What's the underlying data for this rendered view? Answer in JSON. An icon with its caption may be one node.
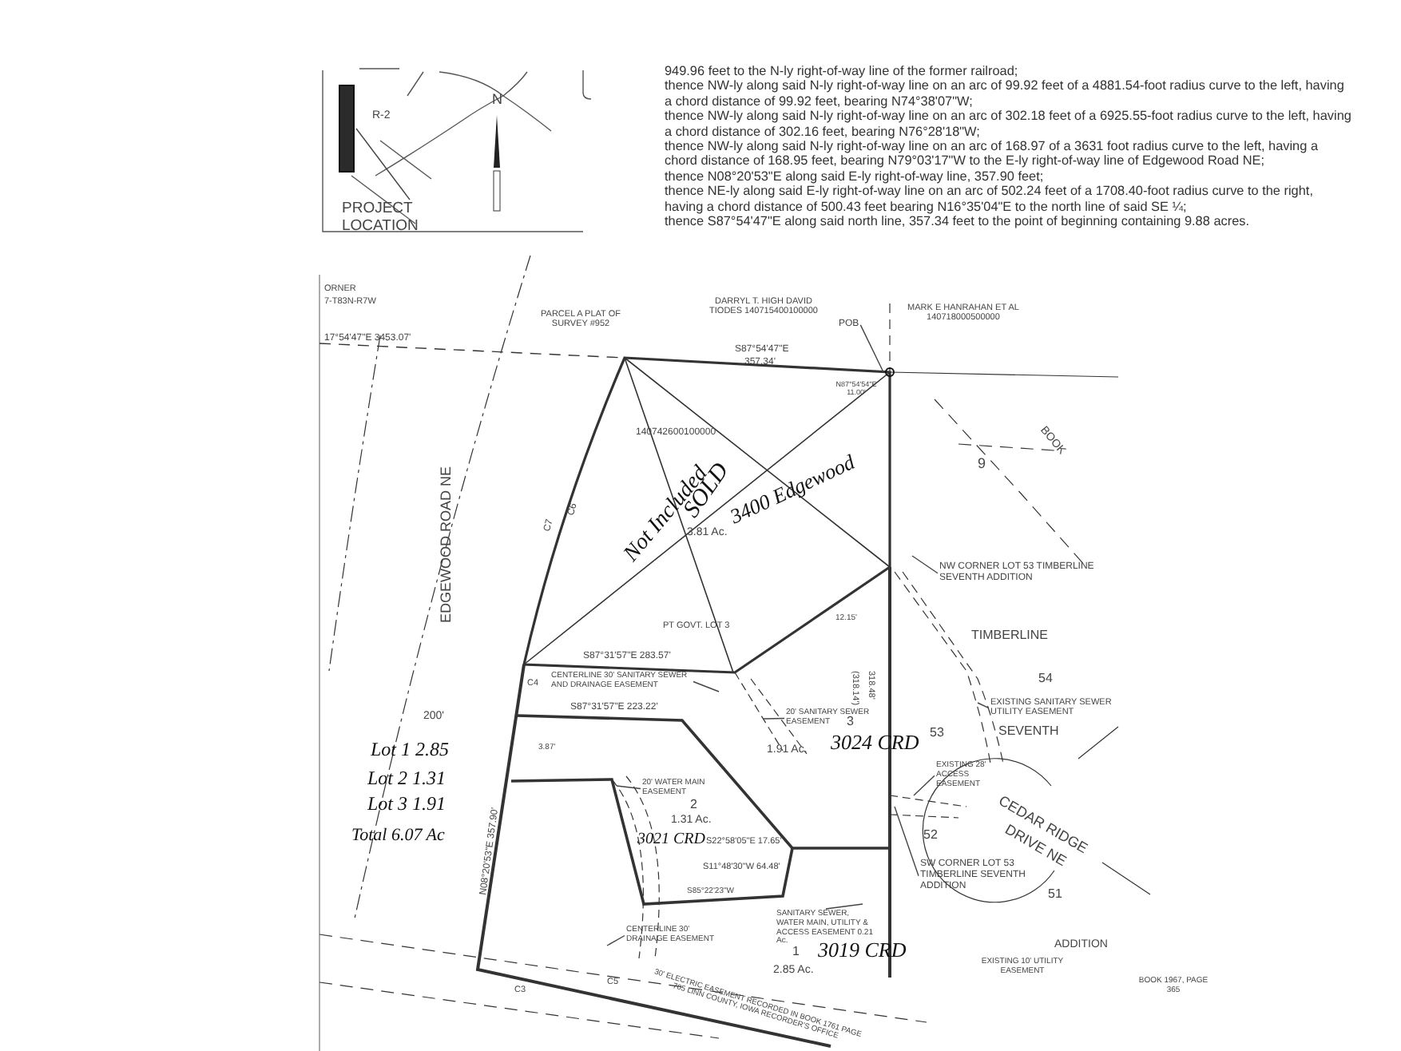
{
  "diagram": {
    "nodes": [
      {
        "text": [],
        "shape": "bar"
      },
      {
        "text": [
          "PROJECT LOCATION"
        ]
      },
      {
        "text": [
          "POB"
        ]
      },
      {
        "text": [
          "NW CORNER LOT 53 TIMBERLINE SEVENTH ADDITION"
        ]
      },
      {
        "text": [
          "EXISTING SANITARY SEWER UTILITY EASEMENT"
        ]
      },
      {
        "text": [
          "EXISTING 28' ACCESS EASEMENT"
        ]
      },
      {
        "text": [
          "SW CORNER LOT 53 TIMBERLINE SEVENTH ADDITION"
        ]
      },
      {
        "text": [
          "CENTERLINE 30' SANITARY SEWER AND DRAINAGE EASEMENT"
        ]
      },
      {
        "text": [
          "20' SANITARY SEWER EASEMENT"
        ]
      },
      {
        "text": [
          "20' WATER MAIN EASEMENT"
        ]
      },
      {
        "text": [
          "CENTERLINE 30' DRAINAGE EASEMENT"
        ]
      },
      {
        "text": [
          "SANITARY SEWER, WATER MAIN, UTILITY & ACCESS EASEMENT 0.21 Ac."
        ]
      },
      {
        "text": [],
        "shape": "circle"
      }
    ],
    "edges": [
      {
        "from": 1,
        "to": 0,
        "arrow": "none"
      },
      {
        "from": 2,
        "to": 12,
        "arrow": "none"
      },
      {
        "from": 3,
        "to": null,
        "arrow": "none"
      },
      {
        "from": 4,
        "to": null,
        "arrow": "none"
      },
      {
        "from": 5,
        "to": null,
        "arrow": "none"
      },
      {
        "from": 6,
        "to": null,
        "arrow": "none"
      },
      {
        "from": 7,
        "to": null,
        "arrow": "none"
      },
      {
        "from": 8,
        "to": null,
        "arrow": "none"
      },
      {
        "from": 9,
        "to": null,
        "arrow": "none"
      },
      {
        "from": 10,
        "to": null,
        "arrow": "none"
      },
      {
        "from": 11,
        "to": null,
        "arrow": "none"
      }
    ],
    "labels": [
      "R-2",
      "N",
      "949.96 feet to the N-ly right-of-way line of the former railroad;",
      "thence NW-ly along said N-ly right-of-way line on an arc of 99.92 feet of a 4881.54-foot radius curve to the left, having a chord distance of 99.92 feet, bearing N74°38'07\"W;",
      "thence NW-ly along said N-ly right-of-way line on an arc of 302.18 feet of a 6925.55-foot radius curve to the left, having a chord distance of 302.16 feet, bearing N76°28'18\"W;",
      "thence NW-ly along said N-ly right-of-way line on an arc of 168.97 of a 3631 foot radius curve to the left, having a chord distance of 168.95 feet, bearing N79°03'17\"W to the E-ly right-of-way line of Edgewood Road NE;",
      "thence N08°20'53\"E along said E-ly right-of-way line, 357.90 feet;",
      "thence NE-ly along said E-ly right-of-way line on an arc of 502.24 feet of a 1708.40-foot radius curve to the right, having a chord distance of 500.43 feet bearing N16°35'04\"E to the north line of said SE ¼;",
      "thence S87°54'47\"E along said north line, 357.34 feet to the point of beginning containing 9.88 acres.",
      "ORNER",
      "7-T83N-R7W",
      "17°54'47\"E 3453.07'",
      "PARCEL A PLAT OF SURVEY #952",
      "DARRYL T. HIGH DAVID TIODES 140715400100000",
      "MARK E HANRAHAN ET AL 140718000500000",
      "S87°54'47\"E",
      "357.34'",
      "N87°54'54\"E 11.00'",
      "140742600100000",
      "Not Included",
      "SOLD",
      "3400 Edgewood",
      "3.81 Ac.",
      "C7",
      "C6",
      "EDGEWOOD ROAD NE",
      "PT GOVT. LOT 3",
      "S87°31'57\"E 283.57'",
      "12.15'",
      "9",
      "BOOK",
      "TIMBERLINE",
      "54",
      "53",
      "SEVENTH",
      "52",
      "CEDAR RIDGE",
      "DRIVE NE",
      "51",
      "ADDITION",
      "EXISTING 10' UTILITY EASEMENT",
      "BOOK 1967, PAGE 365",
      "200'",
      "Lot 1  2.85",
      "Lot 2  1.31",
      "Lot 3  1.91",
      "Total  6.07 Ac",
      "S87°31'57\"E 223.22'",
      "3",
      "1.91 Ac.",
      "3024 CRD",
      "2",
      "1.31 Ac.",
      "3021 CRD",
      "S22°58'05\"E 17.65'",
      "S11°48'30\"W 64.48'",
      "S85°22'23\"W",
      "1",
      "2.85 Ac.",
      "3019 CRD",
      "30' ELECTRIC EASEMENT RECORDED IN BOOK 1761 PAGE 705 LINN COUNTY, IOWA RECORDER'S OFFICE",
      "N08°20'53\"E 357.90'",
      "3.87'",
      "(318.14')",
      "318.48'",
      "C4",
      "C3",
      "C5"
    ]
  }
}
